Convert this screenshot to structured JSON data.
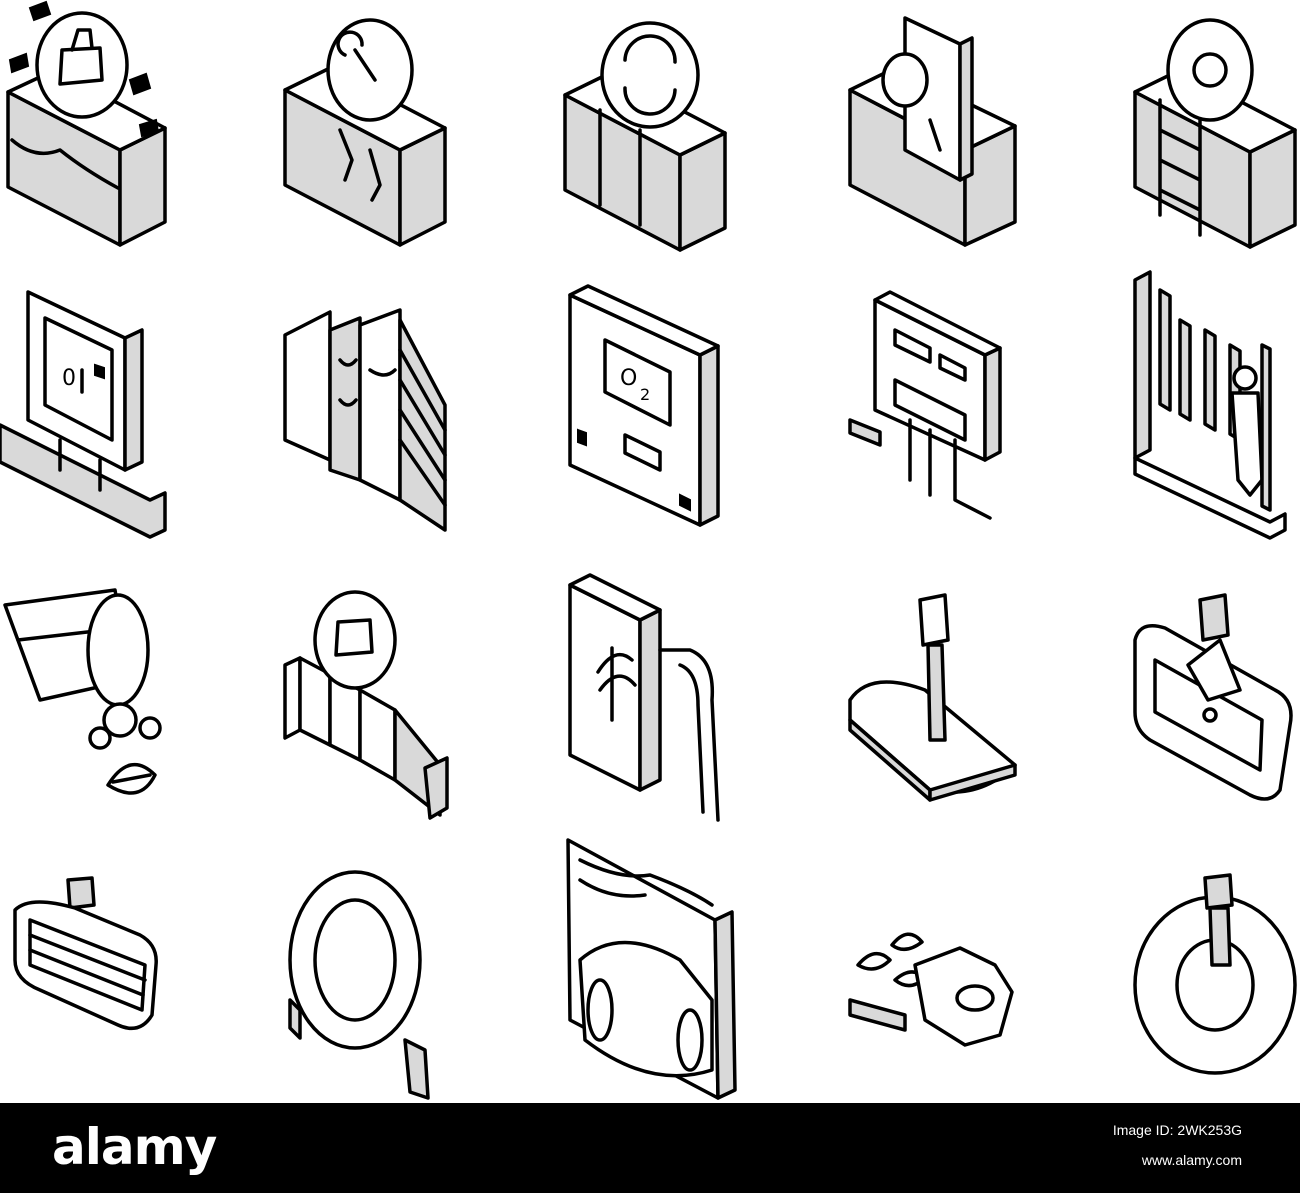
{
  "icons": [
    {
      "name": "pool-cleaning-brush-icon"
    },
    {
      "name": "pool-crack-repair-icon"
    },
    {
      "name": "pool-water-circulation-icon"
    },
    {
      "name": "pool-water-test-icon"
    },
    {
      "name": "pool-ladder-service-icon"
    },
    {
      "name": "pool-ozone-generator-icon"
    },
    {
      "name": "pool-wall-tiles-icon"
    },
    {
      "name": "oxygen-control-panel-icon"
    },
    {
      "name": "pool-pump-unit-icon"
    },
    {
      "name": "pool-depth-worker-icon"
    },
    {
      "name": "pool-leaf-skimmer-icon"
    },
    {
      "name": "pool-cleaning-wall-brush-icon"
    },
    {
      "name": "pool-filter-hose-icon"
    },
    {
      "name": "pool-vacuum-head-icon"
    },
    {
      "name": "pool-surface-cleaner-icon"
    },
    {
      "name": "pool-grate-brush-icon"
    },
    {
      "name": "pool-coiled-hose-icon"
    },
    {
      "name": "pool-robot-cleaner-icon"
    },
    {
      "name": "pool-leaf-debris-icon"
    },
    {
      "name": "pool-ring-icon"
    }
  ],
  "footer": {
    "logo": "alamy",
    "image_id_label": "Image ID: 2WK253G",
    "site": "www.alamy.com"
  },
  "colors": {
    "background": "#ffffff",
    "line": "#000000",
    "shade": "#d9d9d9",
    "footer_bg": "#000000",
    "footer_text": "#ffffff"
  }
}
